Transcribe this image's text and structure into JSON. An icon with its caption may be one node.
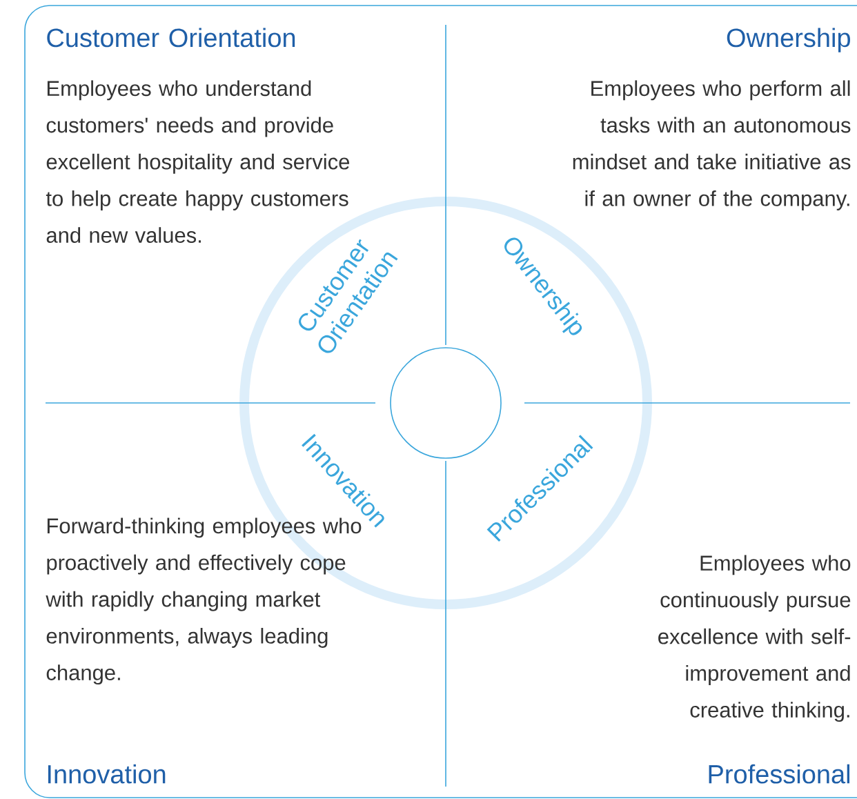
{
  "diagram": {
    "nodes": [
      {
        "text": [
          "Customer Orientation",
          "Employees who understand customers' needs and provide excellent hospitality and service to help create happy customers and new values."
        ]
      },
      {
        "text": [
          "Ownership",
          "Employees who perform all tasks with an autonomous mindset and take initiative as if an owner of the company."
        ]
      },
      {
        "text": [],
        "shape": "circle"
      },
      {
        "text": [
          "Forward-thinking employees who proactively and effectively cope with rapidly changing market environments, always leading change.",
          "Innovation"
        ]
      },
      {
        "text": [
          "Employees who continuously pursue excellence with self-improvement and creative thinking.",
          "Professional"
        ]
      }
    ],
    "labels": [
      "Customer Orientation",
      "Ownership",
      "Innovation",
      "Professional"
    ]
  }
}
